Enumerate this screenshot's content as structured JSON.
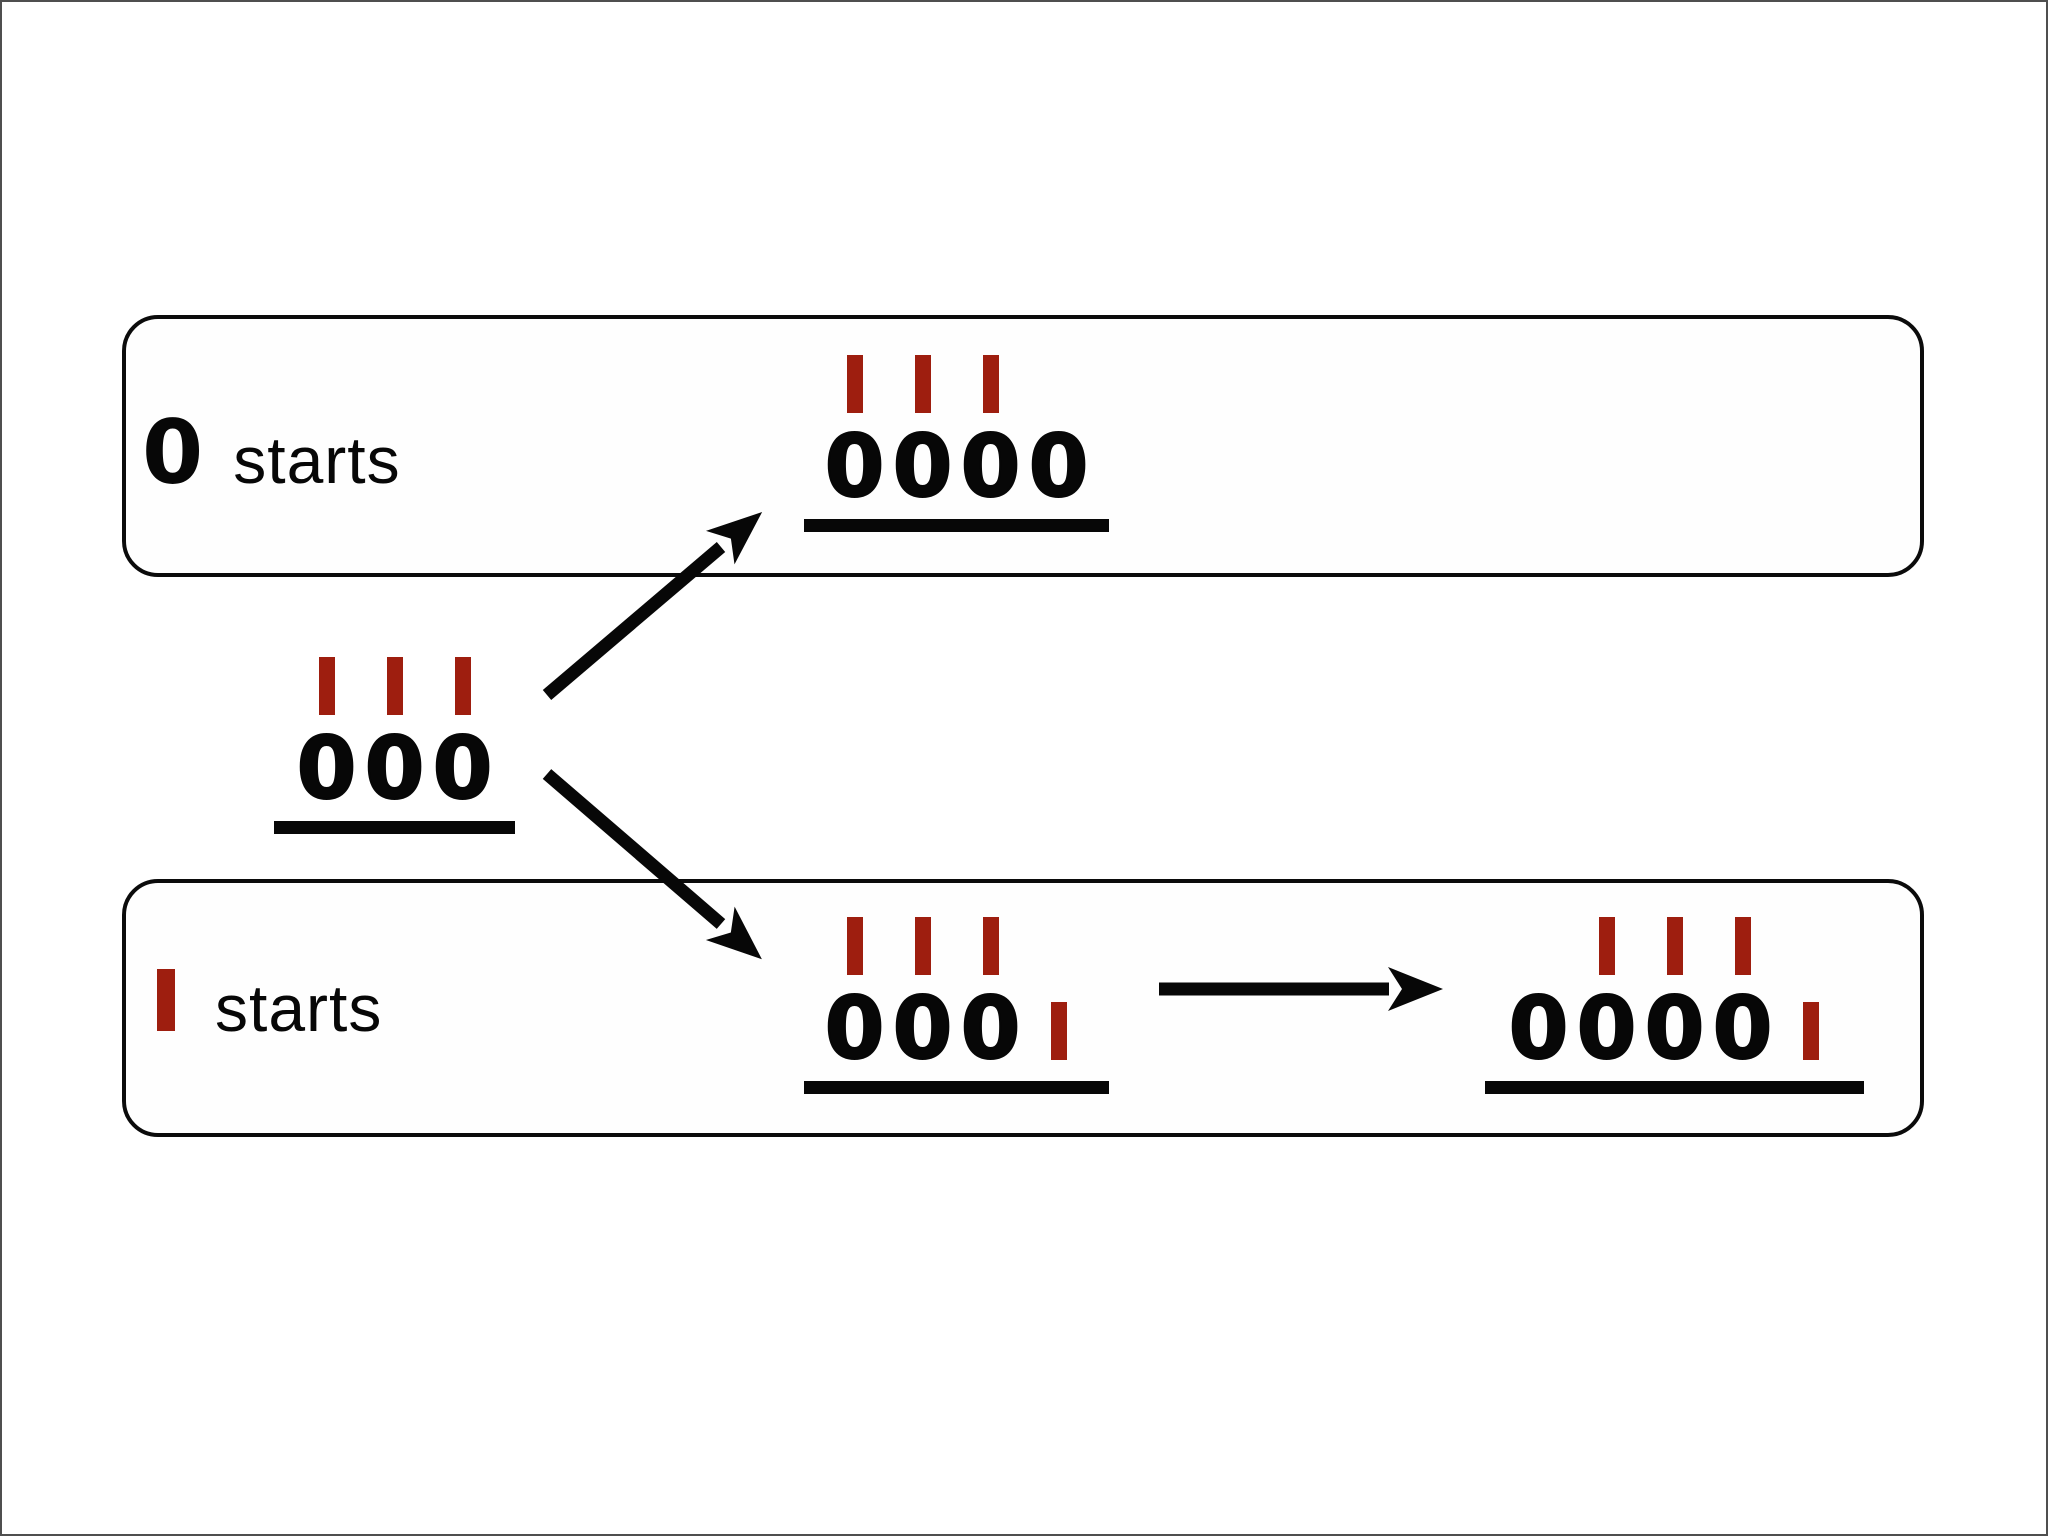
{
  "colors": {
    "ink": "#070707",
    "tick_red": "#9e1e0f",
    "page_border": "#4f4f4f",
    "background": "#ffffff"
  },
  "boxes": {
    "zero_starts": {
      "label_zero": "0",
      "label_text": "starts"
    },
    "one_starts": {
      "label_text": "starts"
    }
  },
  "sequences": {
    "start": {
      "cells": [
        {
          "glyph": "0",
          "tick": true
        },
        {
          "glyph": "0",
          "tick": true
        },
        {
          "glyph": "0",
          "tick": true
        }
      ]
    },
    "zero_added": {
      "cells": [
        {
          "glyph": "0",
          "tick": true
        },
        {
          "glyph": "0",
          "tick": true
        },
        {
          "glyph": "0",
          "tick": true
        },
        {
          "glyph": "0",
          "tick": false
        }
      ]
    },
    "one_added": {
      "cells": [
        {
          "glyph": "0",
          "tick": true
        },
        {
          "glyph": "0",
          "tick": true
        },
        {
          "glyph": "0",
          "tick": true
        },
        {
          "glyph": "|",
          "tick": false
        }
      ]
    },
    "one_result": {
      "cells": [
        {
          "glyph": "0",
          "tick": false
        },
        {
          "glyph": "0",
          "tick": true
        },
        {
          "glyph": "0",
          "tick": true
        },
        {
          "glyph": "0",
          "tick": true
        },
        {
          "glyph": "|",
          "tick": false
        }
      ]
    }
  }
}
